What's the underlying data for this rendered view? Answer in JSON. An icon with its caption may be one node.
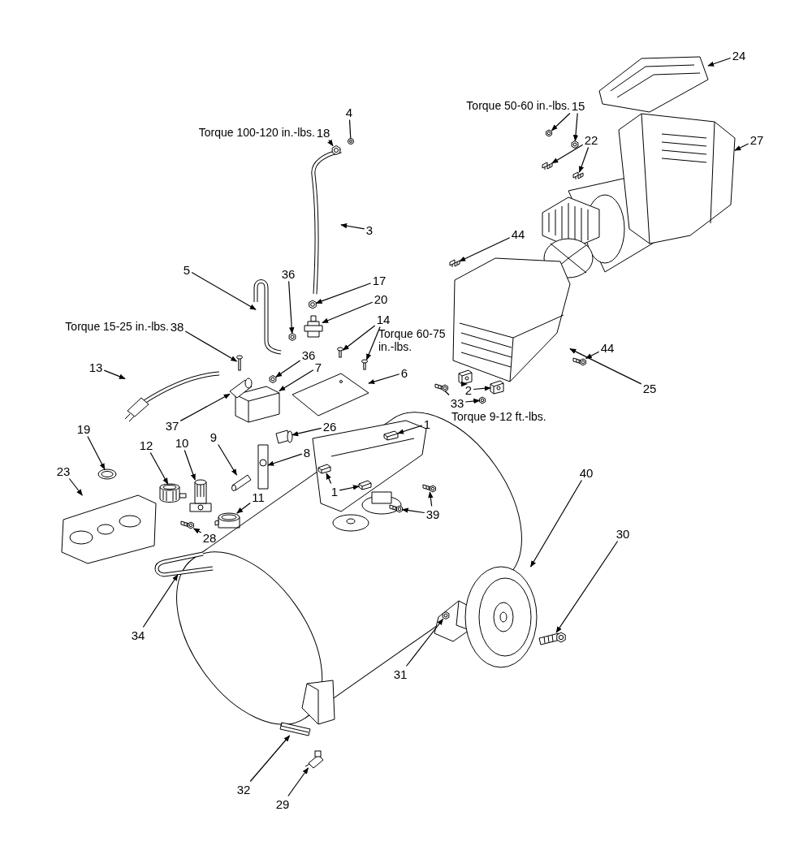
{
  "diagram": {
    "nodes": [
      {
        "text": [
          "24"
        ]
      },
      {
        "text": [
          "27"
        ]
      },
      {
        "text": [
          "15"
        ]
      },
      {
        "text": [
          "22"
        ]
      },
      {
        "text": [
          "18"
        ]
      },
      {
        "text": [
          "4"
        ]
      },
      {
        "text": [
          "3"
        ]
      },
      {
        "text": [
          "44"
        ]
      },
      {
        "text": [
          "17"
        ]
      },
      {
        "text": [
          "5"
        ]
      },
      {
        "text": [
          "36"
        ]
      },
      {
        "text": [
          "20"
        ]
      },
      {
        "text": [
          "14"
        ]
      },
      {
        "text": [
          "38"
        ]
      },
      {
        "text": [
          "36"
        ]
      },
      {
        "text": [
          "44"
        ]
      },
      {
        "text": [
          "7"
        ]
      },
      {
        "text": [
          "13"
        ]
      },
      {
        "text": [
          "6"
        ]
      },
      {
        "text": [
          "2"
        ]
      },
      {
        "text": [
          "33"
        ]
      },
      {
        "text": [
          "37"
        ]
      },
      {
        "text": [
          "25"
        ]
      },
      {
        "text": [
          "1"
        ]
      },
      {
        "text": [
          "19"
        ]
      },
      {
        "text": [
          "26"
        ]
      },
      {
        "text": [
          "12"
        ]
      },
      {
        "text": [
          "10"
        ]
      },
      {
        "text": [
          "9"
        ]
      },
      {
        "text": [
          "8"
        ]
      },
      {
        "text": [
          "23"
        ]
      },
      {
        "text": [
          "1"
        ]
      },
      {
        "text": [
          "11"
        ]
      },
      {
        "text": [
          "39"
        ]
      },
      {
        "text": [
          "40"
        ]
      },
      {
        "text": [
          "30"
        ]
      },
      {
        "text": [
          "28"
        ]
      },
      {
        "text": [
          "34"
        ]
      },
      {
        "text": [
          "31"
        ]
      },
      {
        "text": [
          "32"
        ]
      },
      {
        "text": [
          "29"
        ]
      },
      {
        "text": [],
        "shape": "picture"
      },
      {
        "text": [],
        "shape": "picture"
      },
      {
        "text": [],
        "shape": "picture"
      },
      {
        "text": [],
        "shape": "picture"
      },
      {
        "text": [],
        "shape": "picture"
      },
      {
        "text": [],
        "shape": "picture"
      },
      {
        "text": [],
        "shape": "picture"
      },
      {
        "text": [],
        "shape": "picture"
      },
      {
        "text": [],
        "shape": "picture"
      },
      {
        "text": [],
        "shape": "picture"
      },
      {
        "text": [],
        "shape": "picture"
      },
      {
        "text": [],
        "shape": "picture"
      },
      {
        "text": [],
        "shape": "picture"
      },
      {
        "text": [],
        "shape": "picture"
      },
      {
        "text": [],
        "shape": "picture"
      },
      {
        "text": [],
        "shape": "picture"
      },
      {
        "text": [],
        "shape": "picture"
      },
      {
        "text": [],
        "shape": "picture"
      },
      {
        "text": [],
        "shape": "picture"
      },
      {
        "text": [],
        "shape": "picture"
      },
      {
        "text": [],
        "shape": "picture"
      },
      {
        "text": [],
        "shape": "picture"
      },
      {
        "text": [],
        "shape": "picture"
      },
      {
        "text": [],
        "shape": "picture"
      },
      {
        "text": [],
        "shape": "picture"
      },
      {
        "text": [],
        "shape": "picture"
      },
      {
        "text": [],
        "shape": "picture"
      },
      {
        "text": [],
        "shape": "picture"
      },
      {
        "text": [],
        "shape": "picture"
      },
      {
        "text": [],
        "shape": "picture"
      },
      {
        "text": [],
        "shape": "picture"
      },
      {
        "text": [],
        "shape": "picture"
      },
      {
        "text": [],
        "shape": "picture"
      },
      {
        "text": [],
        "shape": "picture"
      },
      {
        "text": [],
        "shape": "picture"
      },
      {
        "text": [],
        "shape": "picture"
      },
      {
        "text": [],
        "shape": "picture"
      },
      {
        "text": [],
        "shape": "picture"
      },
      {
        "text": [],
        "shape": "picture"
      },
      {
        "text": [],
        "shape": "picture"
      },
      {
        "text": [],
        "shape": "picture"
      },
      {
        "text": [],
        "shape": "picture"
      },
      {
        "text": [],
        "shape": "picture"
      },
      {
        "text": [],
        "shape": "picture"
      },
      {
        "text": [],
        "shape": "picture"
      },
      {
        "text": [],
        "shape": "picture"
      },
      {
        "text": [],
        "shape": "picture"
      },
      {
        "text": [],
        "shape": "picture"
      }
    ],
    "edges": [
      {
        "from": 0,
        "to": 41,
        "arrow": "to"
      },
      {
        "from": 1,
        "to": 42,
        "arrow": "to"
      },
      {
        "from": 2,
        "to": 43,
        "arrow": "to"
      },
      {
        "from": 2,
        "to": 44,
        "arrow": "to"
      },
      {
        "from": 3,
        "to": 45,
        "arrow": "to"
      },
      {
        "from": 3,
        "to": 46,
        "arrow": "to"
      },
      {
        "from": 4,
        "to": 47,
        "arrow": "to"
      },
      {
        "from": 5,
        "to": 48,
        "arrow": "none"
      },
      {
        "from": 6,
        "to": 49,
        "arrow": "to"
      },
      {
        "from": 7,
        "to": 50,
        "arrow": "to"
      },
      {
        "from": 8,
        "to": 51,
        "arrow": "to"
      },
      {
        "from": 9,
        "to": 52,
        "arrow": "to"
      },
      {
        "from": 10,
        "to": 53,
        "arrow": "to"
      },
      {
        "from": 11,
        "to": 54,
        "arrow": "to"
      },
      {
        "from": 12,
        "to": 55,
        "arrow": "to"
      },
      {
        "from": 12,
        "to": 56,
        "arrow": "to"
      },
      {
        "from": 13,
        "to": 57,
        "arrow": "to"
      },
      {
        "from": 14,
        "to": 58,
        "arrow": "to"
      },
      {
        "from": 15,
        "to": 59,
        "arrow": "to"
      },
      {
        "from": 16,
        "to": 60,
        "arrow": "to"
      },
      {
        "from": 17,
        "to": 61,
        "arrow": "to"
      },
      {
        "from": 18,
        "to": 62,
        "arrow": "to"
      },
      {
        "from": 19,
        "to": 63,
        "arrow": "to"
      },
      {
        "from": 19,
        "to": 64,
        "arrow": "to"
      },
      {
        "from": 20,
        "to": 65,
        "arrow": "none"
      },
      {
        "from": 20,
        "to": 66,
        "arrow": "to"
      },
      {
        "from": 21,
        "to": 67,
        "arrow": "to"
      },
      {
        "from": 22,
        "to": 68,
        "arrow": "to"
      },
      {
        "from": 23,
        "to": 69,
        "arrow": "to"
      },
      {
        "from": 24,
        "to": 70,
        "arrow": "to"
      },
      {
        "from": 25,
        "to": 71,
        "arrow": "to"
      },
      {
        "from": 26,
        "to": 72,
        "arrow": "to"
      },
      {
        "from": 27,
        "to": 73,
        "arrow": "to"
      },
      {
        "from": 28,
        "to": 74,
        "arrow": "to"
      },
      {
        "from": 29,
        "to": 75,
        "arrow": "to"
      },
      {
        "from": 30,
        "to": 76,
        "arrow": "to"
      },
      {
        "from": 31,
        "to": 77,
        "arrow": "to"
      },
      {
        "from": 31,
        "to": 78,
        "arrow": "to"
      },
      {
        "from": 32,
        "to": 79,
        "arrow": "to"
      },
      {
        "from": 33,
        "to": 80,
        "arrow": "to"
      },
      {
        "from": 33,
        "to": 81,
        "arrow": "to"
      },
      {
        "from": 34,
        "to": 82,
        "arrow": "to"
      },
      {
        "from": 35,
        "to": 83,
        "arrow": "to"
      },
      {
        "from": 36,
        "to": 84,
        "arrow": "to"
      },
      {
        "from": 37,
        "to": 85,
        "arrow": "to"
      },
      {
        "from": 38,
        "to": 86,
        "arrow": "to"
      },
      {
        "from": 39,
        "to": 87,
        "arrow": "to"
      },
      {
        "from": 40,
        "to": 88,
        "arrow": "to"
      }
    ],
    "labels": [
      "Torque 50-60 in.-lbs.",
      "Torque 100-120 in.-lbs.",
      "Torque 15-25 in.-lbs.",
      "Torque 60-75 in.-lbs.",
      "Torque 9-12 ft.-lbs."
    ]
  }
}
